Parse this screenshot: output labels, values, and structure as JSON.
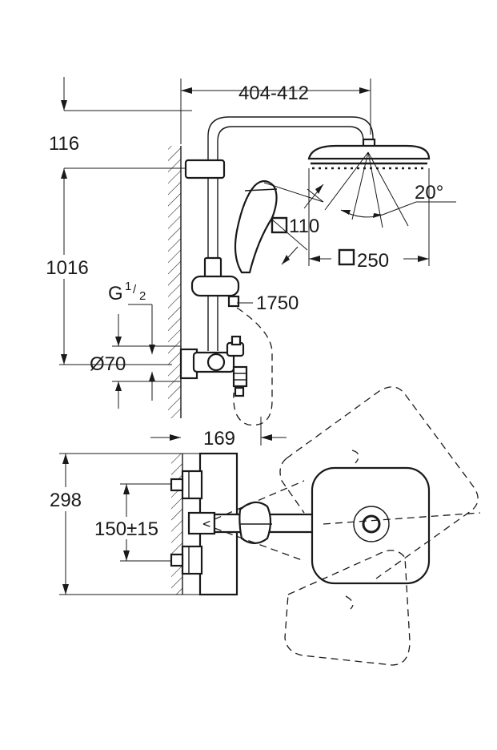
{
  "dimensions": {
    "width_arm": "404-412",
    "top_offset": "116",
    "rail_height": "1016",
    "thread_main": "G",
    "thread_num": "1",
    "thread_den": "2",
    "flange_diameter": "Ø70",
    "head_angle": "20°",
    "hand_shower_size": "110",
    "head_shower_size": "250",
    "hose_length": "1750",
    "spout_projection": "169",
    "mixer_height": "298",
    "inlet_spacing": "150±15"
  }
}
